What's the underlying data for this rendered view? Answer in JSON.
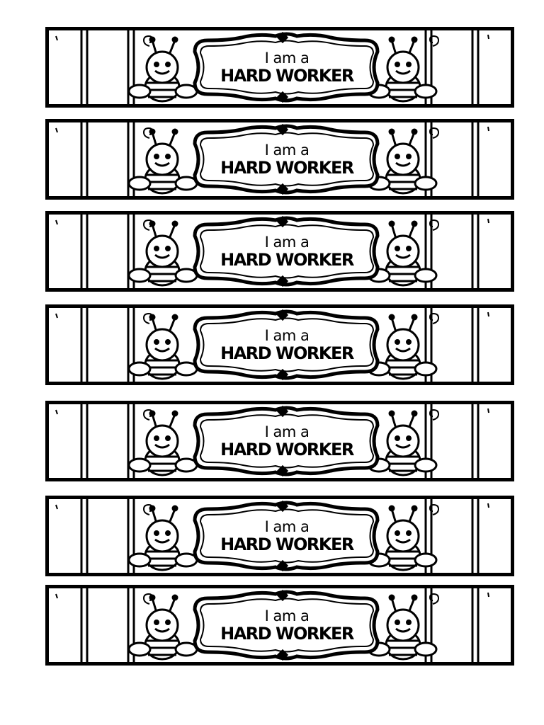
{
  "bands": [
    {
      "line1": "I am a",
      "line2": "HARD WORKER"
    },
    {
      "line1": "I am a",
      "line2": "HARD WORKER"
    },
    {
      "line1": "I am a",
      "line2": "HARD WORKER"
    },
    {
      "line1": "I am a",
      "line2": "HARD WORKER"
    },
    {
      "line1": "I am a",
      "line2": "HARD WORKER"
    },
    {
      "line1": "I am a",
      "line2": "HARD WORKER"
    },
    {
      "line1": "I am a",
      "line2": "HARD WORKER"
    }
  ],
  "colors": {
    "ink": "#000000",
    "paper": "#ffffff"
  },
  "icons": [
    "bee-icon",
    "swirl-icon",
    "ornate-frame"
  ]
}
